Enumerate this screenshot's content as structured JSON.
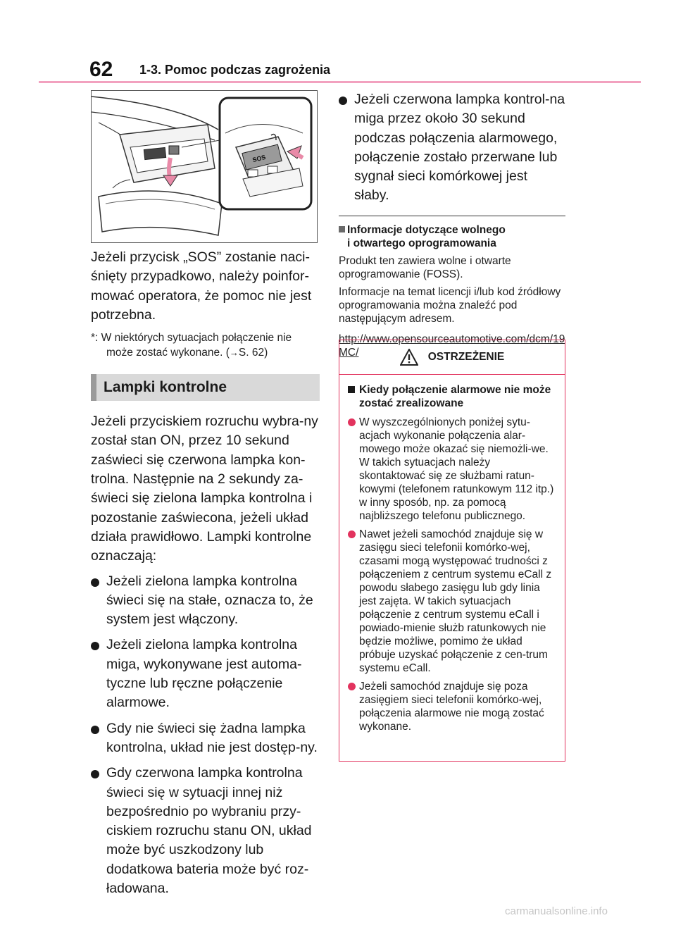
{
  "header": {
    "page_number": "62",
    "section_title": "1-3. Pomoc podczas zagrożenia"
  },
  "figure": {
    "sos_label": "SOS"
  },
  "left_column": {
    "intro_paragraph": "Jeżeli przycisk „SOS” zostanie naci-śnięty przypadkowo, należy poinfor-mować operatora, że pomoc nie jest potrzebna.",
    "footnote_prefix": "*: W niektórych sytuacjach połączenie nie może zostać wykonane. (",
    "footnote_arrow": "→",
    "footnote_ref": "S. 62)",
    "heading": "Lampki kontrolne",
    "body_paragraph": "Jeżeli przyciskiem rozruchu wybra-ny został stan ON, przez 10 sekund zaświeci się czerwona lampka kon-trolna. Następnie na 2 sekundy za-świeci się zielona lampka kontrolna i pozostanie zaświecona, jeżeli układ działa prawidłowo. Lampki kontrolne oznaczają:",
    "bullets": [
      "Jeżeli zielona lampka kontrolna świeci się na stałe, oznacza to, że system jest włączony.",
      "Jeżeli zielona lampka kontrolna miga, wykonywane jest automa-tyczne lub ręczne połączenie alarmowe.",
      "Gdy nie świeci się żadna lampka kontrolna, układ nie jest dostęp-ny.",
      "Gdy czerwona lampka kontrolna świeci się w sytuacji innej niż bezpośrednio po wybraniu przy-ciskiem rozruchu stanu ON, układ może być uszkodzony lub dodatkowa bateria może być roz-ładowana."
    ]
  },
  "right_column": {
    "bullet": "Jeżeli czerwona lampka kontrol-na miga przez około 30 sekund podczas połączenia alarmowego, połączenie zostało przerwane lub sygnał sieci komórkowej jest słaby.",
    "foss_heading_line1": "Informacje dotyczące wolnego",
    "foss_heading_line2": "i otwartego oprogramowania",
    "foss_para1": "Produkt ten zawiera wolne i otwarte oprogramowanie (FOSS).",
    "foss_para2": "Informacje na temat licencji i/lub kod źródłowy oprogramowania można znaleźć pod następującym adresem.",
    "foss_link": "http://www.opensourceautomotive.com/dcm/19MC/"
  },
  "warning": {
    "title": "OSTRZEŻENIE",
    "heading": "Kiedy połączenie alarmowe nie może zostać zrealizowane",
    "bullets": [
      "W wyszczególnionych poniżej sytu-acjach wykonanie połączenia alar-mowego może okazać się niemożli-we. W takich sytuacjach należy skontaktować się ze służbami ratun-kowymi (telefonem ratunkowym 112 itp.) w inny sposób, np. za pomocą najbliższego telefonu publicznego.",
      "Nawet jeżeli samochód znajduje się w zasięgu sieci telefonii komórko-wej, czasami mogą występować trudności z połączeniem z centrum systemu eCall z powodu słabego zasięgu lub gdy linia jest zajęta. W takich sytuacjach połączenie z centrum systemu eCall i powiado-mienie służb ratunkowych nie będzie możliwe, pomimo że układ próbuje uzyskać połączenie z cen-trum systemu eCall.",
      "Jeżeli samochód znajduje się poza zasięgiem sieci telefonii komórko-wej, połączenia alarmowe nie mogą zostać wykonane."
    ]
  },
  "watermark": "carmanualsonline.info",
  "colors": {
    "header_rule": "#f2a1bf",
    "warning_accent": "#e2335e",
    "heading_bar": "#d9d9d9"
  }
}
